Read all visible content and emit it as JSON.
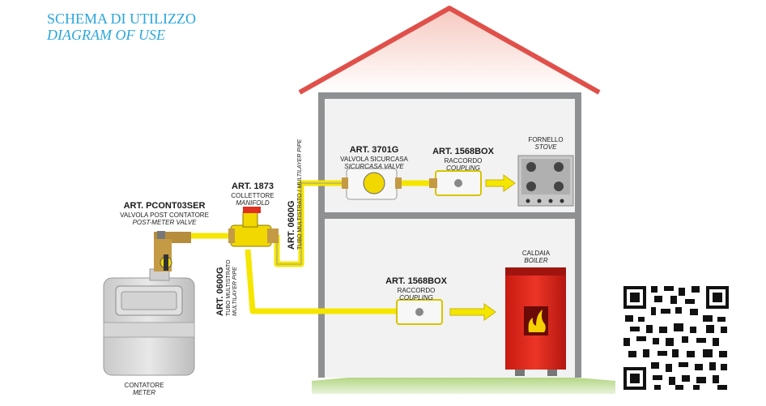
{
  "header": {
    "title_it": "SCHEMA DI UTILIZZO",
    "title_en": "DIAGRAM OF USE"
  },
  "components": {
    "post_meter_valve": {
      "art": "ART. PCONT03SER",
      "name_it": "VALVOLA POST CONTATORE",
      "name_en": "POST-METER VALVE"
    },
    "manifold": {
      "art": "ART. 1873",
      "name_it": "COLLETTORE",
      "name_en": "MANIFOLD"
    },
    "pipe_upper": {
      "art": "ART. 0600G",
      "name_it": "TUBO MULTISTRATO",
      "name_en": "MULTILAYER PIPE"
    },
    "pipe_lower": {
      "art": "ART. 0600G",
      "name_it": "TUBO MULTISTRATO",
      "name_en": "MULTILAYER PIPE"
    },
    "safety_valve": {
      "art": "ART. 3701G",
      "name_it": "VALVOLA SICURCASA",
      "name_en": "SICURCASA VALVE"
    },
    "coupling_upper": {
      "art": "ART. 1568BOX",
      "name_it": "RACCORDO",
      "name_en": "COUPLING"
    },
    "coupling_lower": {
      "art": "ART. 1568BOX",
      "name_it": "RACCORDO",
      "name_en": "COUPLING"
    },
    "stove": {
      "name_it": "FORNELLO",
      "name_en": "STOVE"
    },
    "boiler": {
      "name_it": "CALDAIA",
      "name_en": "BOILER"
    },
    "meter": {
      "name_it": "CONTATORE",
      "name_en": "METER"
    }
  },
  "colors": {
    "header": "#2aa6dc",
    "pipe": "#f5e600",
    "roof": "#e0504a",
    "boiler": "#e02a1e",
    "ground": "#a6cf6e"
  }
}
